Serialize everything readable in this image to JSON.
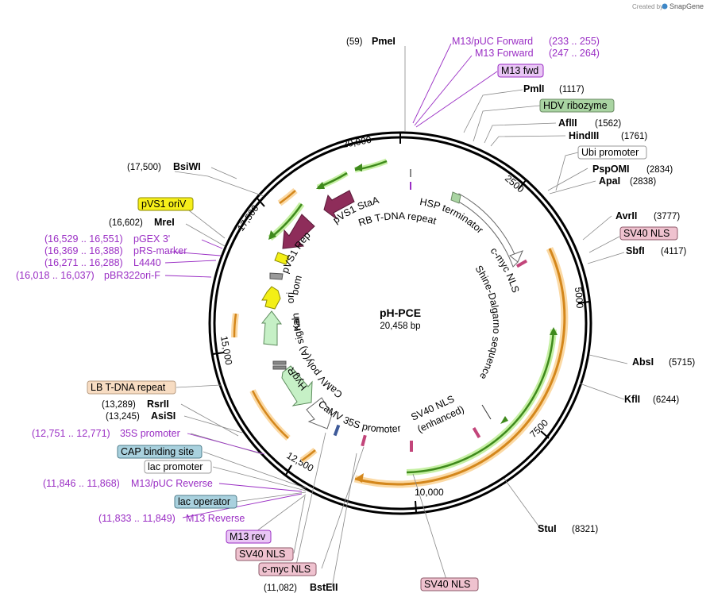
{
  "watermark": {
    "text": "Created by",
    "brand": "SnapGene"
  },
  "plasmid": {
    "name": "pH-PCE",
    "length": "20,458 bp"
  },
  "tick_labels": {
    "t2500": "2500",
    "t5000": "5000",
    "t7500": "7500",
    "t10000": "10,000",
    "t12500": "12,500",
    "t15000": "15,000",
    "t17500": "17,500",
    "t20000": "20,000"
  },
  "enzymes": {
    "pmei": {
      "pos": "(59)",
      "name": "PmeI"
    },
    "pmli": {
      "name": "PmlI",
      "pos": "(1117)"
    },
    "aflii": {
      "name": "AflII",
      "pos": "(1562)"
    },
    "hindiii": {
      "name": "HindIII",
      "pos": "(1761)"
    },
    "pspomi": {
      "name": "PspOMI",
      "pos": "(2834)"
    },
    "apai": {
      "name": "ApaI",
      "pos": "(2838)"
    },
    "avrii": {
      "name": "AvrII",
      "pos": "(3777)"
    },
    "sbfi": {
      "name": "SbfI",
      "pos": "(4117)"
    },
    "absi": {
      "name": "AbsI",
      "pos": "(5715)"
    },
    "kfli": {
      "name": "KflI",
      "pos": "(6244)"
    },
    "stui": {
      "name": "StuI",
      "pos": "(8321)"
    },
    "bsteii": {
      "pos": "(11,082)",
      "name": "BstEII"
    },
    "rsrii": {
      "pos": "(13,289)",
      "name": "RsrII"
    },
    "asisi": {
      "pos": "(13,245)",
      "name": "AsiSI"
    },
    "mrei": {
      "pos": "(16,602)",
      "name": "MreI"
    },
    "bsiwi": {
      "pos": "(17,500)",
      "name": "BsiWI"
    }
  },
  "primers": {
    "m13puc_fwd": {
      "name": "M13/pUC Forward",
      "pos": "(233 .. 255)"
    },
    "m13_fwd": {
      "name": "M13 Forward",
      "pos": "(247 .. 264)"
    },
    "pgex3": {
      "pos": "(16,529 .. 16,551)",
      "name": "pGEX 3'"
    },
    "prs_marker": {
      "pos": "(16,369 .. 16,388)",
      "name": "pRS-marker"
    },
    "l4440": {
      "pos": "(16,271 .. 16,288)",
      "name": "L4440"
    },
    "pbr322ori": {
      "pos": "(16,018 .. 16,037)",
      "name": "pBR322ori-F"
    },
    "p35s": {
      "pos": "(12,751 .. 12,771)",
      "name": "35S promoter"
    },
    "m13puc_rev": {
      "pos": "(11,846 .. 11,868)",
      "name": "M13/pUC Reverse"
    },
    "m13_rev": {
      "pos": "(11,833 .. 11,849)",
      "name": "M13 Reverse"
    }
  },
  "boxed_labels": {
    "m13fwd": {
      "text": "M13 fwd",
      "fill": "#e9c6f5",
      "stroke": "#9a2ec4"
    },
    "hdv": {
      "text": "HDV ribozyme",
      "fill": "#a9d4a2",
      "stroke": "#6d8d67"
    },
    "ubi": {
      "text": "Ubi promoter",
      "fill": "#ffffff",
      "stroke": "#999999"
    },
    "sv40_right": {
      "text": "SV40 NLS",
      "fill": "#efc2cf",
      "stroke": "#8e5a6a"
    },
    "pvs1oriv": {
      "text": "pVS1 oriV",
      "fill": "#f6ef1a",
      "stroke": "#8c8a00"
    },
    "lbtdna": {
      "text": "LB T-DNA repeat",
      "fill": "#f7dcc2",
      "stroke": "#b99d82"
    },
    "cap": {
      "text": "CAP binding site",
      "fill": "#a9d1de",
      "stroke": "#4f7e8c"
    },
    "lacprom": {
      "text": "lac promoter",
      "fill": "#ffffff",
      "stroke": "#999999"
    },
    "lacop": {
      "text": "lac operator",
      "fill": "#a9d1de",
      "stroke": "#4f7e8c"
    },
    "m13rev": {
      "text": "M13 rev",
      "fill": "#e9c6f5",
      "stroke": "#9a2ec4"
    },
    "sv40_bottom_left": {
      "text": "SV40 NLS",
      "fill": "#efc2cf",
      "stroke": "#8e5a6a"
    },
    "cmyc_bottom": {
      "text": "c-myc NLS",
      "fill": "#efc2cf",
      "stroke": "#8e5a6a"
    },
    "sv40_bottom": {
      "text": "SV40 NLS",
      "fill": "#efc2cf",
      "stroke": "#8e5a6a"
    }
  },
  "inner_labels": {
    "pvs1staa": "pVS1 StaA",
    "rbtdna": "RB T-DNA repeat",
    "hsp": "HSP terminator",
    "cmyc": "c-myc NLS",
    "pvs1repa": "pVS1 RepA",
    "bom": "bom",
    "ori": "ori",
    "kanr": "KanR",
    "camvpolya": "CaMV poly(A) signal",
    "hygr": "HygR",
    "camv35s": "CaMV 35S promoter",
    "sv40enh": "SV40 NLS",
    "enhanced": "(enhanced)",
    "shine": "Shine-Dalgarno sequence"
  },
  "colors": {
    "orf_green": "#3f8a1c",
    "orf_highlight": "#c6f0a4",
    "orange_orf": "#d4871c",
    "orange_highlight": "#fbd9a4",
    "repa": "#8e2d5a",
    "ori_yellow": "#f3ef16",
    "kanr_green": "#c6f0c6",
    "primer_purple": "#9a2ec4",
    "nls_pink": "#c2457a"
  }
}
